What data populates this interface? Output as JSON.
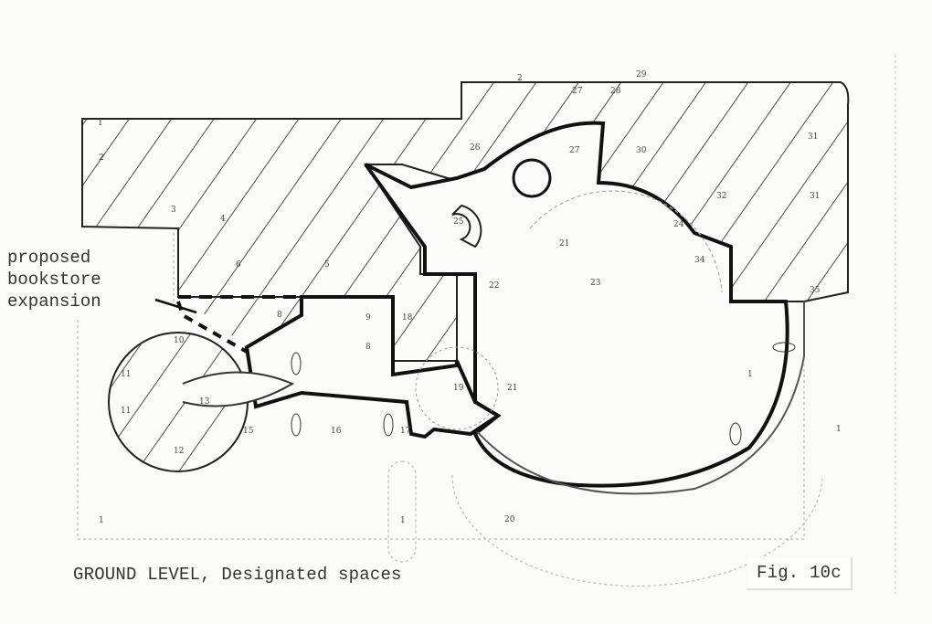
{
  "caption": "GROUND LEVEL, Designated spaces",
  "figure_label": "Fig. 10c",
  "annotation": [
    "proposed",
    "bookstore",
    "expansion"
  ],
  "rooms": [
    "1",
    "2",
    "3",
    "4",
    "5",
    "6",
    "8",
    "9",
    "8",
    "10",
    "11",
    "11",
    "12",
    "13",
    "15",
    "16",
    "17",
    "18",
    "19",
    "20",
    "21",
    "21",
    "22",
    "23",
    "24",
    "25",
    "26",
    "27",
    "27",
    "28",
    "29",
    "30",
    "31",
    "31",
    "32",
    "34",
    "35",
    "1",
    "1",
    "1",
    "1",
    "2"
  ]
}
